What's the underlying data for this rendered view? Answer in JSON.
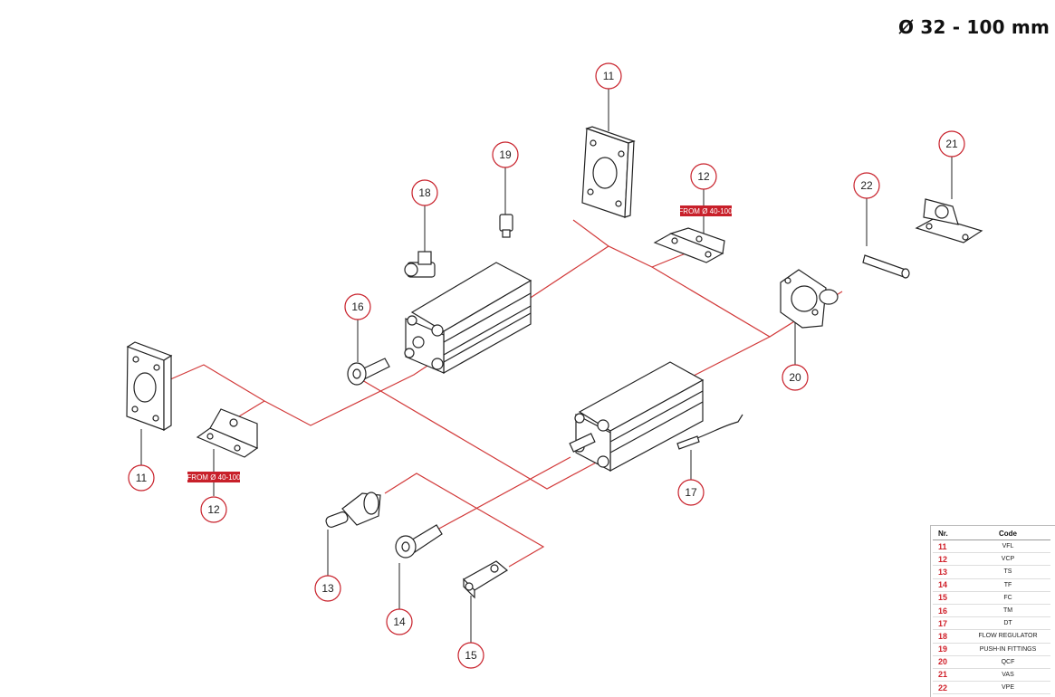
{
  "header": {
    "title": "Ø 32 - 100 mm"
  },
  "callouts": {
    "c11a": "11",
    "c11b": "11",
    "c12a": "12",
    "c12b": "12",
    "c13": "13",
    "c14": "14",
    "c15": "15",
    "c16": "16",
    "c17": "17",
    "c18": "18",
    "c19": "19",
    "c20": "20",
    "c21": "21",
    "c22": "22"
  },
  "tags": {
    "range_a": "FROM Ø 40-100",
    "range_b": "FROM Ø 40-100"
  },
  "table": {
    "headers": {
      "nr": "Nr.",
      "code": "Code"
    },
    "rows": [
      {
        "nr": "11",
        "code": "VFL"
      },
      {
        "nr": "12",
        "code": "VCP"
      },
      {
        "nr": "13",
        "code": "TS"
      },
      {
        "nr": "14",
        "code": "TF"
      },
      {
        "nr": "15",
        "code": "FC"
      },
      {
        "nr": "16",
        "code": "TM"
      },
      {
        "nr": "17",
        "code": "DT"
      },
      {
        "nr": "18",
        "code": "FLOW REGULATOR"
      },
      {
        "nr": "19",
        "code": "PUSH-IN FITTINGS"
      },
      {
        "nr": "20",
        "code": "QCF"
      },
      {
        "nr": "21",
        "code": "VAS"
      },
      {
        "nr": "22",
        "code": "VPE"
      }
    ]
  },
  "colors": {
    "accent": "#c8202a",
    "line": "#d23a3a",
    "drawing": "#222222"
  }
}
